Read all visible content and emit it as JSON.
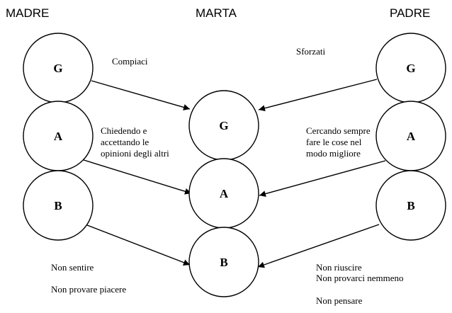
{
  "headers": {
    "madre": "MADRE",
    "marta": "MARTA",
    "padre": "PADRE"
  },
  "states": {
    "g": "G",
    "a": "A",
    "b": "B"
  },
  "messages": {
    "madre_g": [
      "Compiaci"
    ],
    "madre_a": [
      "Chiedendo e",
      "accettando le",
      "opinioni degli altri"
    ],
    "madre_b": [
      "Non sentire",
      "",
      "Non provare piacere"
    ],
    "padre_g": [
      "Sforzati"
    ],
    "padre_a": [
      "Cercando sempre",
      "fare le cose nel",
      "modo migliore"
    ],
    "padre_b": [
      "Non riuscire",
      "Non provarci nemmeno",
      "",
      "Non pensare"
    ]
  }
}
